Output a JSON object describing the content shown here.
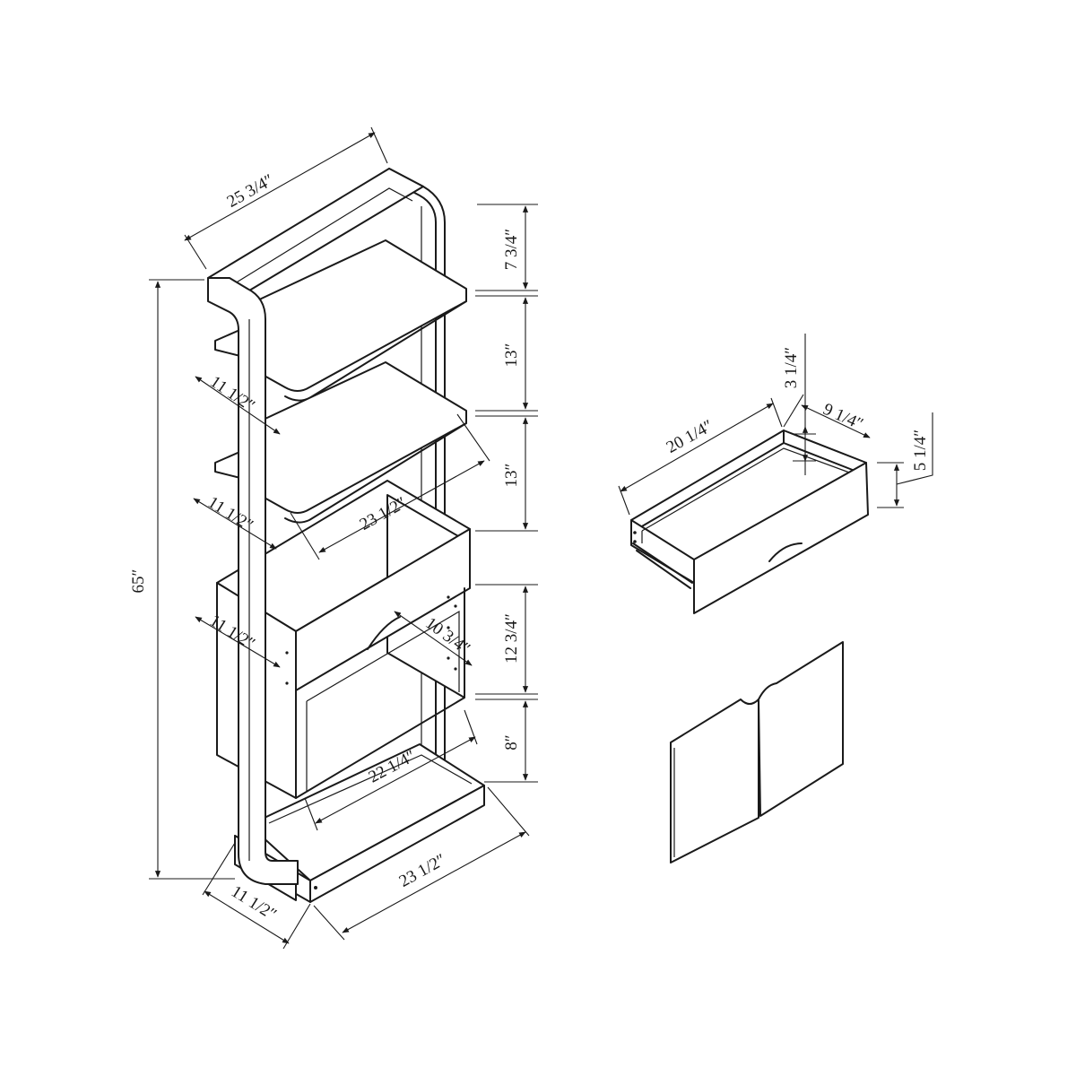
{
  "dimensions": {
    "overall_width": "25 3/4″",
    "overall_height": "65″",
    "top_gap": "7 3/4″",
    "shelf_gap_1": "13″",
    "shelf_gap_2": "13″",
    "drawer_section_height": "12 3/4″",
    "bottom_gap": "8″",
    "shelf_depth_1": "11 1/2″",
    "shelf_depth_2": "11 1/2″",
    "shelf_depth_3": "11 1/2″",
    "base_depth": "11 1/2″",
    "shelf_width": "23 1/2″",
    "base_width": "23 1/2″",
    "inner_width": "22 1/4″",
    "drawer_opening_depth": "10 3/4″",
    "drawer_width": "20 1/4″",
    "drawer_depth": "9 1/4″",
    "drawer_inner_height": "3 1/4″",
    "drawer_front_height": "5 1/4″"
  },
  "colors": {
    "line": "#1a1a1a",
    "background": "#ffffff"
  }
}
